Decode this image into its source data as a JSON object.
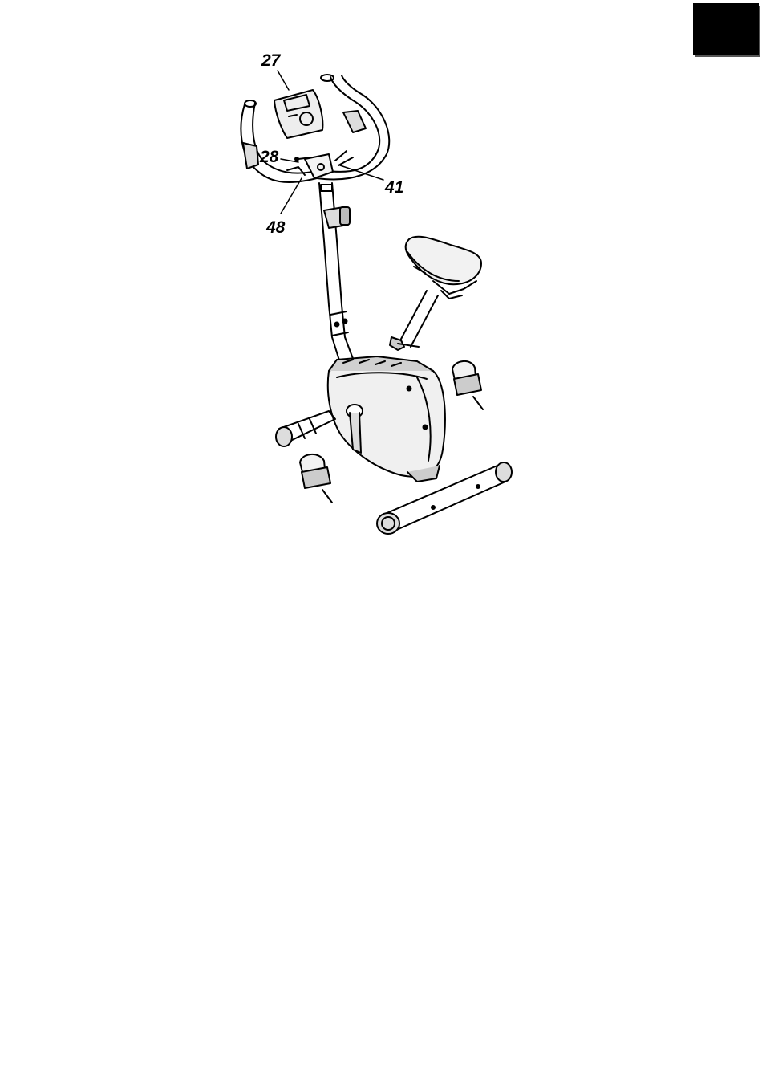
{
  "page": {
    "corner_tab_color": "#000000"
  },
  "diagram": {
    "subject": "exercise-bike-assembly",
    "callouts": {
      "computer": "27",
      "bolt": "28",
      "sensor_wire": "41",
      "handlebar_bracket": "48"
    }
  }
}
